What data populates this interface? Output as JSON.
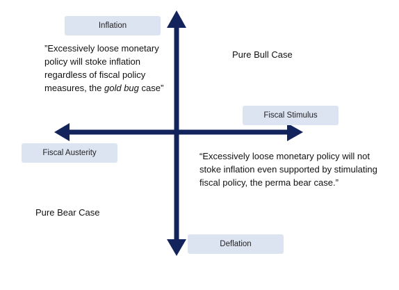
{
  "colors": {
    "axis": "#13235b",
    "label_fill": "#dce4f2"
  },
  "labels": {
    "inflation": "Inflation",
    "fiscal_stimulus": "Fiscal Stimulus",
    "fiscal_austerity": "Fiscal Austerity",
    "deflation": "Deflation"
  },
  "quadrants": {
    "top_left_quote_1": "”Excessively loose monetary policy will stoke inflation regardless of fiscal policy measures, the ",
    "top_left_quote_italic": "gold bug",
    "top_left_quote_2": " case”",
    "top_right": "Pure Bull Case",
    "bottom_right_quote": "“Excessively loose monetary policy will not stoke inflation even supported  by stimulating fiscal policy, the perma bear case.”",
    "bottom_left": "Pure Bear Case"
  }
}
